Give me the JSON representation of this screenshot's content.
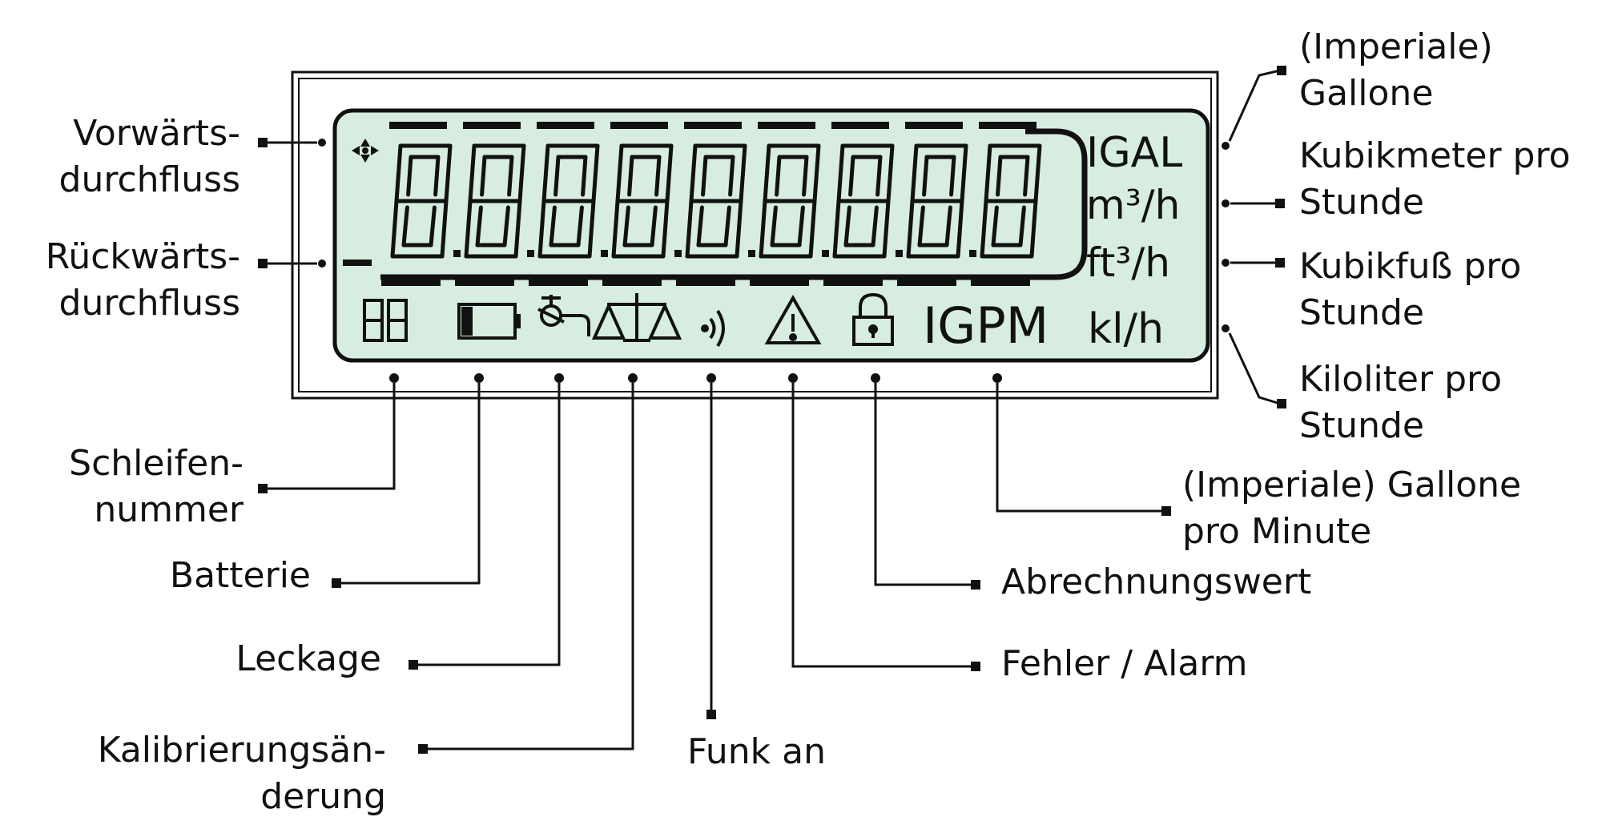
{
  "display": {
    "unit_labels": [
      "IGAL",
      "m³/h",
      "ft³/h",
      "IGPM",
      "kl/h"
    ]
  },
  "labels": {
    "forward": [
      "Vorwärts-",
      "durchfluss"
    ],
    "reverse": [
      "Rückwärts-",
      "durchfluss"
    ],
    "loop": [
      "Schleifen-",
      "nummer"
    ],
    "battery": [
      "Batterie"
    ],
    "leak": [
      "Leckage"
    ],
    "calibration": [
      "Kalibrierungsän-",
      "derung"
    ],
    "radio": [
      "Funk an"
    ],
    "error": [
      "Fehler / Alarm"
    ],
    "billing": [
      "Abrechnungswert"
    ],
    "igpm": [
      "(Imperiale) Gallone",
      "pro Minute"
    ],
    "igal": [
      "(Imperiale)",
      "Gallone"
    ],
    "m3h": [
      "Kubikmeter pro",
      "Stunde"
    ],
    "ft3h": [
      "Kubikfuß pro",
      "Stunde"
    ],
    "klh": [
      "Kiloliter pro",
      "Stunde"
    ]
  },
  "colors": {
    "lcd_background": "#d6ede0",
    "ink": "#111111"
  },
  "icons": [
    "loop-digits-icon",
    "battery-icon",
    "leak-faucet-icon",
    "calibration-scale-icon",
    "radio-waves-icon",
    "warning-triangle-icon",
    "padlock-icon",
    "flow-arrow-icon"
  ]
}
